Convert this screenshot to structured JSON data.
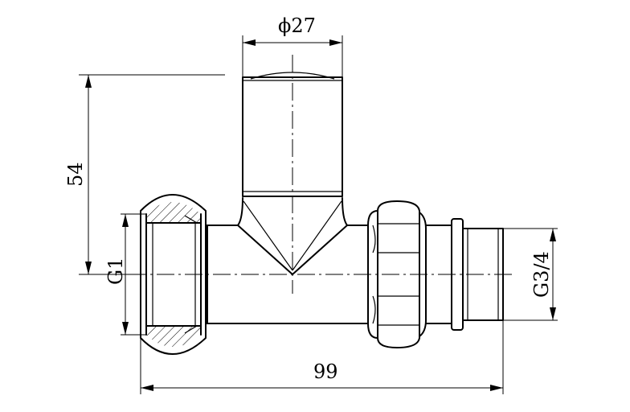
{
  "drawing": {
    "dimensions": {
      "diameter_top": "ϕ27",
      "height": "54",
      "left_thread": "G1",
      "right_thread": "G3/4",
      "overall_length": "99"
    }
  }
}
